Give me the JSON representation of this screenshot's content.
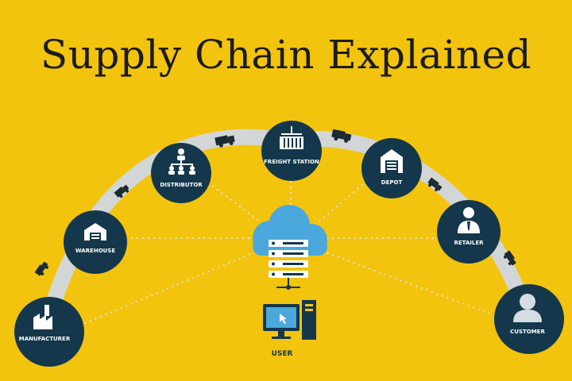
{
  "title": "Supply Chain Explained",
  "colors": {
    "background": "#f2c40d",
    "node": "#14374b",
    "arc": "#d3d6d6",
    "connector": "#e8e3d0",
    "cloud": "#4aa8dc"
  },
  "nodes": [
    {
      "id": "manufacturer",
      "label": "MANUFACTURER",
      "icon": "factory-icon"
    },
    {
      "id": "warehouse",
      "label": "WAREHOUSE",
      "icon": "warehouse-icon"
    },
    {
      "id": "distributor",
      "label": "DISTRIBUTOR",
      "icon": "org-chart-icon"
    },
    {
      "id": "freight-station",
      "label": "FREIGHT STATION",
      "icon": "container-crane-icon"
    },
    {
      "id": "depot",
      "label": "DEPOT",
      "icon": "garage-icon"
    },
    {
      "id": "retailer",
      "label": "RETAILER",
      "icon": "businessman-icon"
    },
    {
      "id": "customer",
      "label": "CUSTOMER",
      "icon": "person-icon"
    }
  ],
  "hub": {
    "label": "USER",
    "cloud_icon": "cloud-server-icon",
    "computer_icon": "computer-icon"
  },
  "vehicles": [
    "truck-icon",
    "truck-icon",
    "truck-icon",
    "truck-icon",
    "truck-icon",
    "truck-icon",
    "truck-icon",
    "truck-icon"
  ]
}
